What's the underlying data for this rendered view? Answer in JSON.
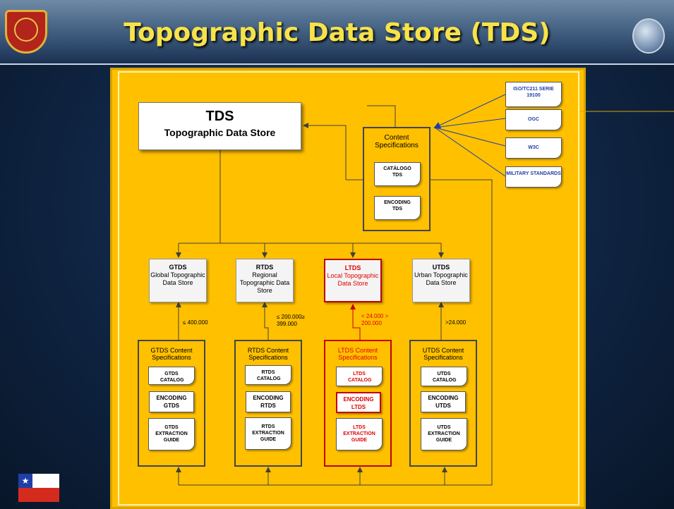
{
  "header": {
    "title": "Topographic Data Store (TDS)"
  },
  "tds": {
    "title": "TDS",
    "subtitle": "Topographic Data Store"
  },
  "content_specs": {
    "label": "Content Specifications",
    "catalog": "CATÁLOGO TDS",
    "encoding": "ENCODING TDS"
  },
  "standards": [
    "ISO/TC211 SERIE 19100",
    "OGC",
    "W3C",
    "MILITARY STANDARDS"
  ],
  "stores": [
    {
      "abbr": "GTDS",
      "name": "Global Topographic Data Store",
      "threshold": "≤ 400.000",
      "spec_label": "GTDS Content Specifications",
      "catalog": "GTDS CATALOG",
      "encoding": "ENCODING GTDS",
      "guide": "GTDS EXTRACTION GUIDE"
    },
    {
      "abbr": "RTDS",
      "name": "Regional Topographic Data Store",
      "threshold": "≤ 200.000≥ 399.000",
      "spec_label": "RTDS Content Specifications",
      "catalog": "RTDS CATALOG",
      "encoding": "ENCODING RTDS",
      "guide": "RTDS EXTRACTION GUIDE"
    },
    {
      "abbr": "LTDS",
      "name": "Local Topographic Data Store",
      "threshold": "< 24.000 > 200.000",
      "spec_label": "LTDS Content Specifications",
      "catalog": "LTDS CATALOG",
      "encoding": "ENCODING LTDS",
      "guide": "LTDS EXTRACTION GUIDE"
    },
    {
      "abbr": "UTDS",
      "name": "Urban Topographic Data Store",
      "threshold": ">24.000",
      "spec_label": "UTDS Content Specifications",
      "catalog": "UTDS CATALOG",
      "encoding": "ENCODING UTDS",
      "guide": "UTDS EXTRACTION GUIDE"
    }
  ]
}
